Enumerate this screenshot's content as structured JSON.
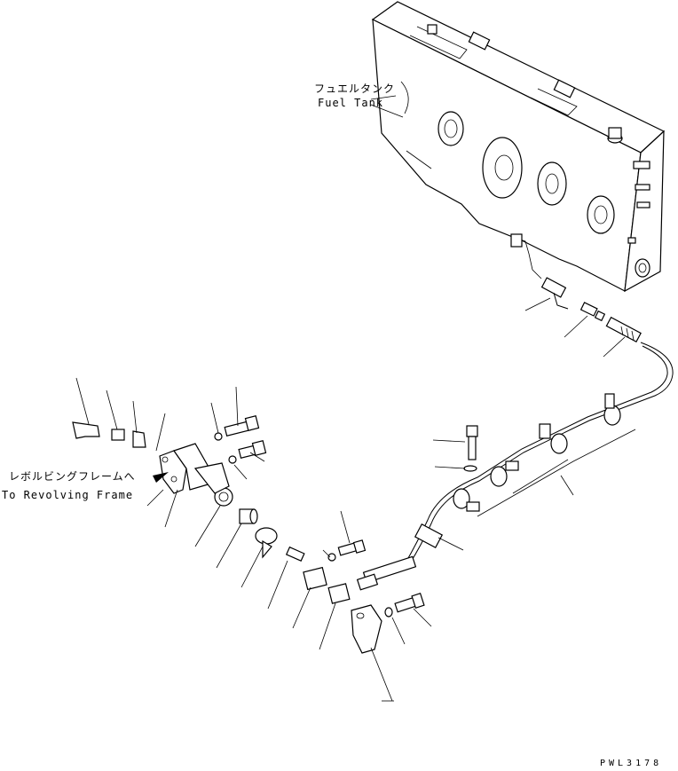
{
  "labels": {
    "fuel_tank_jp": "フュエルタンク",
    "fuel_tank_en": "Fuel Tank",
    "revolving_jp": "レボルビングフレームへ",
    "revolving_en": "To Revolving Frame",
    "drawing_code": "PWL3178"
  }
}
